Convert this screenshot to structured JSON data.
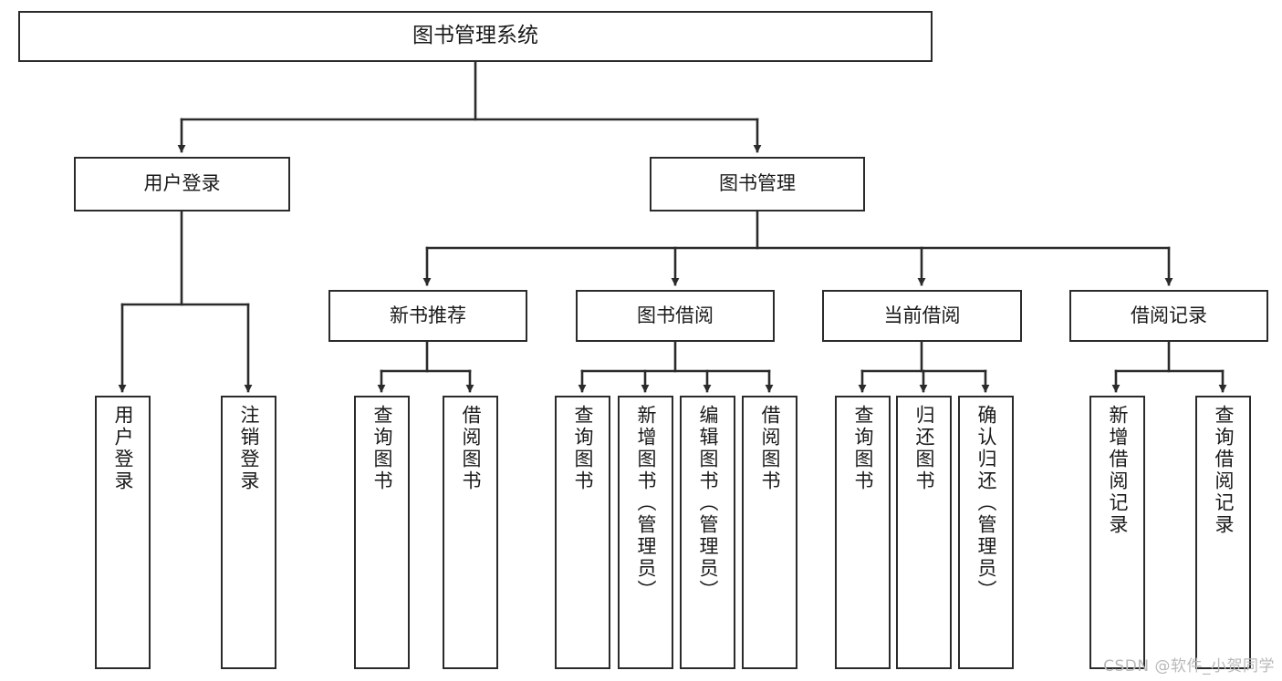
{
  "diagram": {
    "title": "图书管理系统",
    "type": "tree-hierarchy",
    "stroke_color": "#2b2b2b",
    "fill_color": "#ffffff",
    "text_color": "#1a1a1a"
  },
  "nodes": {
    "root": {
      "label": "图书管理系统"
    },
    "level1": [
      {
        "label": "用户登录"
      },
      {
        "label": "图书管理"
      }
    ],
    "level2": [
      {
        "label": "新书推荐"
      },
      {
        "label": "图书借阅"
      },
      {
        "label": "当前借阅"
      },
      {
        "label": "借阅记录"
      }
    ],
    "leaves": {
      "user_login": [
        {
          "label": "用户登录"
        },
        {
          "label": "注销登录"
        }
      ],
      "new_book_recommend": [
        {
          "label": "查询图书"
        },
        {
          "label": "借阅图书"
        }
      ],
      "book_borrow": [
        {
          "label": "查询图书"
        },
        {
          "label": "新增图书（管理员）"
        },
        {
          "label": "编辑图书（管理员）"
        },
        {
          "label": "借阅图书"
        }
      ],
      "current_borrow": [
        {
          "label": "查询图书"
        },
        {
          "label": "归还图书"
        },
        {
          "label": "确认归还（管理员）"
        }
      ],
      "borrow_records": [
        {
          "label": "新增借阅记录"
        },
        {
          "label": "查询借阅记录"
        }
      ]
    }
  },
  "watermark": {
    "text": "CSDN @软件_小贺同学"
  }
}
